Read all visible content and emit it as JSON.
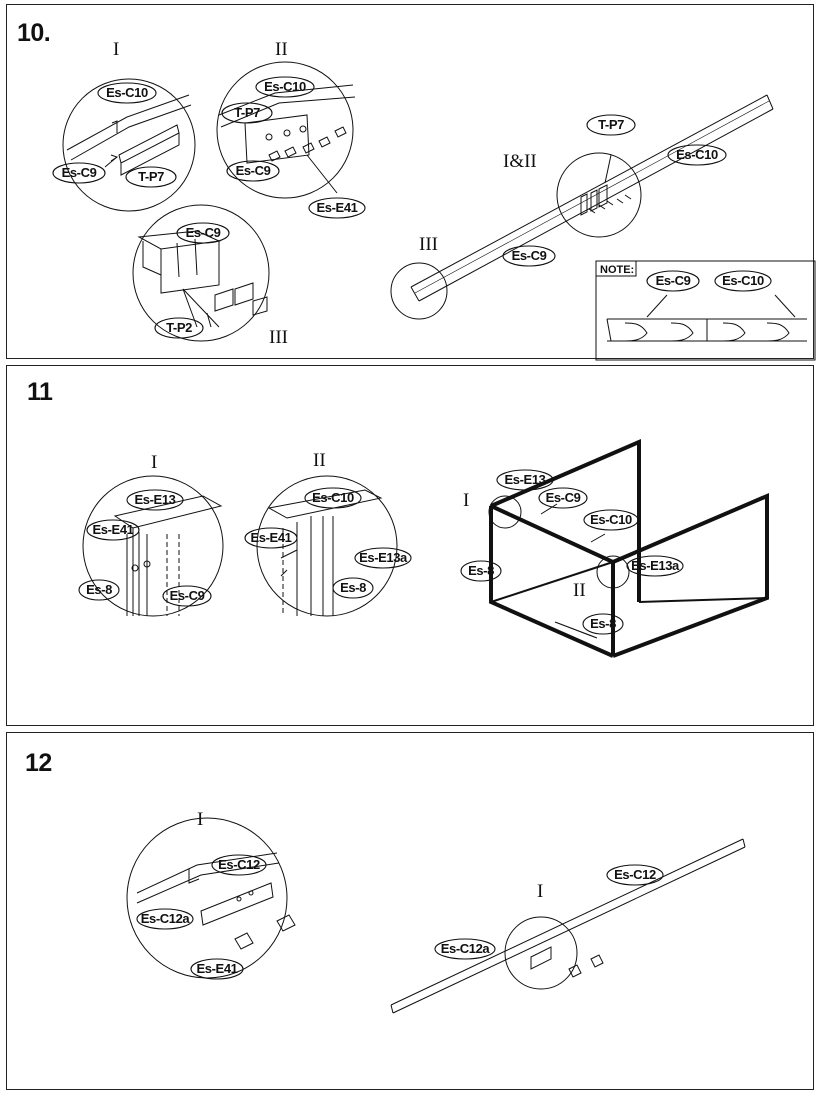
{
  "steps": [
    {
      "number": "10.",
      "views": {
        "v1": "I",
        "v2": "II",
        "v3": "III",
        "combined": "I&II",
        "main3": "III"
      },
      "labels": {
        "i_c10": "Es-C10",
        "i_c9": "Es-C9",
        "i_tp7": "T-P7",
        "ii_c10": "Es-C10",
        "ii_tp7": "T-P7",
        "ii_c9": "Es-C9",
        "ii_e41": "Es-E41",
        "iii_c9": "Es-C9",
        "iii_tp2": "T-P2",
        "main_tp7": "T-P7",
        "main_c10": "Es-C10",
        "main_c9": "Es-C9"
      },
      "note": {
        "title": "NOTE:",
        "left": "Es-C9",
        "right": "Es-C10"
      }
    },
    {
      "number": "11",
      "views": {
        "v1": "I",
        "v2": "II",
        "main1": "I",
        "main2": "II"
      },
      "labels": {
        "i_e13": "Es-E13",
        "i_e41": "Es-E41",
        "i_8": "Es-8",
        "i_c9": "Es-C9",
        "ii_c10": "Es-C10",
        "ii_e41": "Es-E41",
        "ii_e13a": "Es-E13a",
        "ii_8": "Es-8",
        "main_e13": "Es-E13",
        "main_c9": "Es-C9",
        "main_c10": "Es-C10",
        "main_8a": "Es-8",
        "main_e13a": "Es-E13a",
        "main_8b": "Es-8"
      }
    },
    {
      "number": "12",
      "views": {
        "v1": "I",
        "main1": "I"
      },
      "labels": {
        "i_c12": "Es-C12",
        "i_c12a": "Es-C12a",
        "i_e41": "Es-E41",
        "main_c12": "Es-C12",
        "main_c12a": "Es-C12a"
      }
    }
  ]
}
